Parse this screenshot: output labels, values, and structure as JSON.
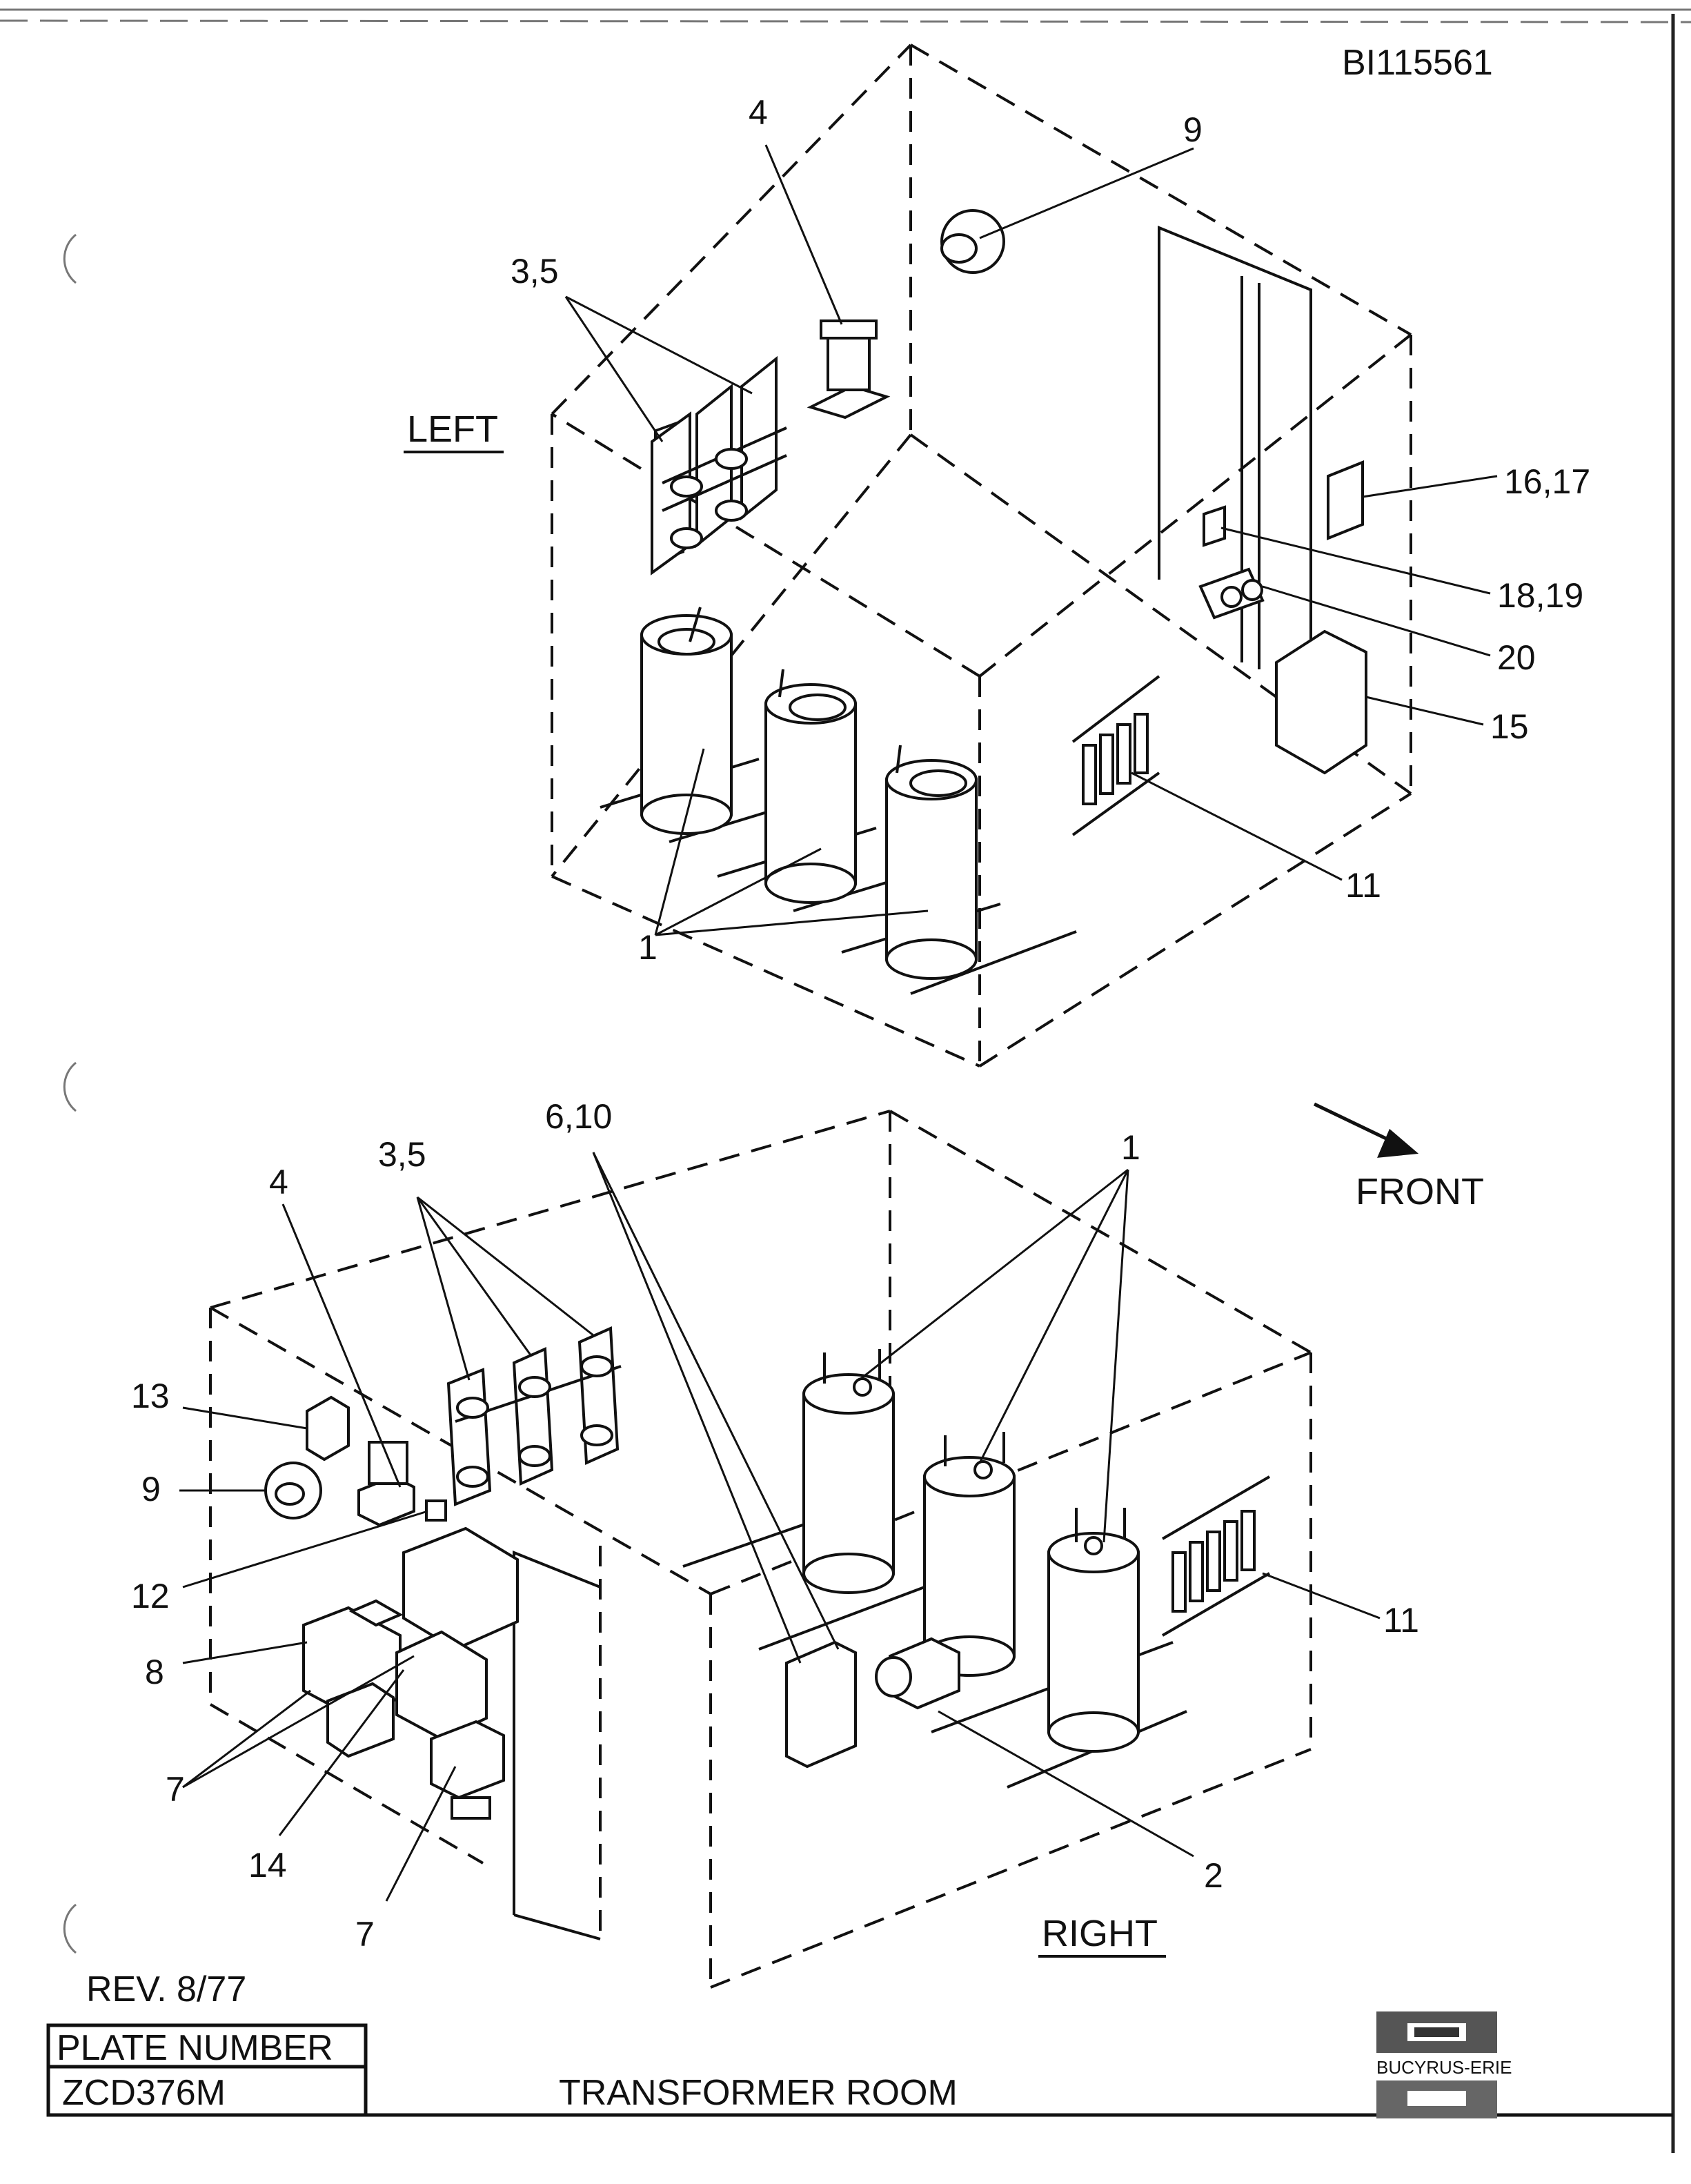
{
  "doc_id": "BI115561",
  "top_view": {
    "title": "LEFT",
    "callouts": {
      "c4": "4",
      "c9": "9",
      "c35": "3,5",
      "c1617": "16,17",
      "c1819": "18,19",
      "c20": "20",
      "c15": "15",
      "c11": "11",
      "c1": "1"
    }
  },
  "bottom_view": {
    "title": "RIGHT",
    "front": "FRONT",
    "callouts": {
      "c4": "4",
      "c35": "3,5",
      "c610": "6,10",
      "c1": "1",
      "c13": "13",
      "c9": "9",
      "c12": "12",
      "c8": "8",
      "c7a": "7",
      "c14": "14",
      "c7b": "7",
      "c11": "11",
      "c2": "2"
    }
  },
  "title_block": {
    "revision": "REV. 8/77",
    "plate_label": "PLATE NUMBER",
    "plate_number": "ZCD376M",
    "drawing_title": "TRANSFORMER ROOM",
    "company": "BUCYRUS-ERIE"
  }
}
